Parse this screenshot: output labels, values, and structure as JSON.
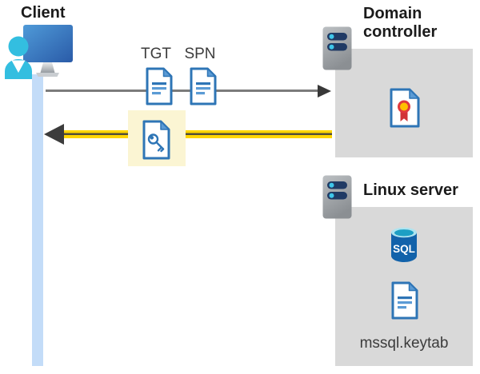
{
  "client": {
    "label": "Client"
  },
  "flow": {
    "tgt_label": "TGT",
    "spn_label": "SPN",
    "request_arrow": "client-to-domain-controller",
    "response_arrow": "domain-controller-to-client-highlighted"
  },
  "domain_controller": {
    "label": "Domain controller"
  },
  "linux_server": {
    "label": "Linux server",
    "sql_label": "SQL",
    "keytab_label": "mssql.keytab"
  },
  "icons": {
    "client": "person-at-computer-icon",
    "server": "server-icon",
    "document": "document-icon",
    "service_ticket": "key-document-icon",
    "certificate": "certificate-icon",
    "database": "sql-database-icon"
  },
  "colors": {
    "highlight_arrow_yellow": "#FFD500",
    "highlight_box_yellow": "#FBF5D3",
    "gray_panel": "#D9D9D9",
    "doc_border_blue": "#2E75B6",
    "doc_accent_blue": "#5B9BD5",
    "client_timeline_blue": "#C3DCF8",
    "person_cyan": "#33BEE0",
    "sql_body_blue": "#1262AA",
    "arrow_gray": "#7B7B7B",
    "arrow_dark": "#3C3C3C",
    "medal_yellow": "#FFC000",
    "medal_red": "#D13438",
    "server_bar_navy": "#203A64",
    "server_dot_cyan": "#3EC6EA"
  }
}
